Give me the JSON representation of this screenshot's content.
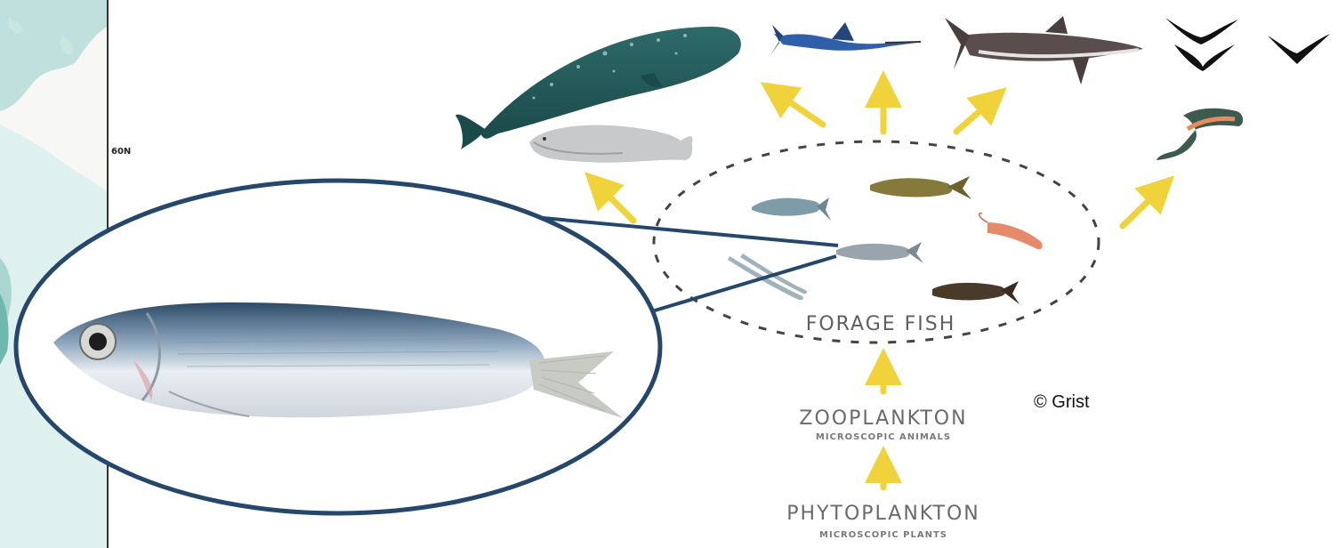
{
  "map": {
    "lat_label": "60N"
  },
  "diagram": {
    "forage_label": "FORAGE FISH",
    "zooplankton": {
      "title": "ZOOPLANKTON",
      "subtitle": "MICROSCOPIC ANIMALS"
    },
    "phytoplankton": {
      "title": "PHYTOPLANKTON",
      "subtitle": "MICROSCOPIC PLANTS"
    },
    "copyright": "© Grist",
    "arrow_color": "#f0d23a",
    "predators": [
      "whale-icon",
      "seal-icon",
      "marlin-icon",
      "shark-icon",
      "seabird-icon",
      "salmon-icon"
    ],
    "forage_species": [
      "sardine-icon",
      "menhaden-icon",
      "herring-icon",
      "sandlance-icon",
      "krill-icon",
      "mackerel-icon"
    ]
  },
  "zoom": {
    "subject": "herring-closeup-icon",
    "border_color": "#24476b"
  }
}
